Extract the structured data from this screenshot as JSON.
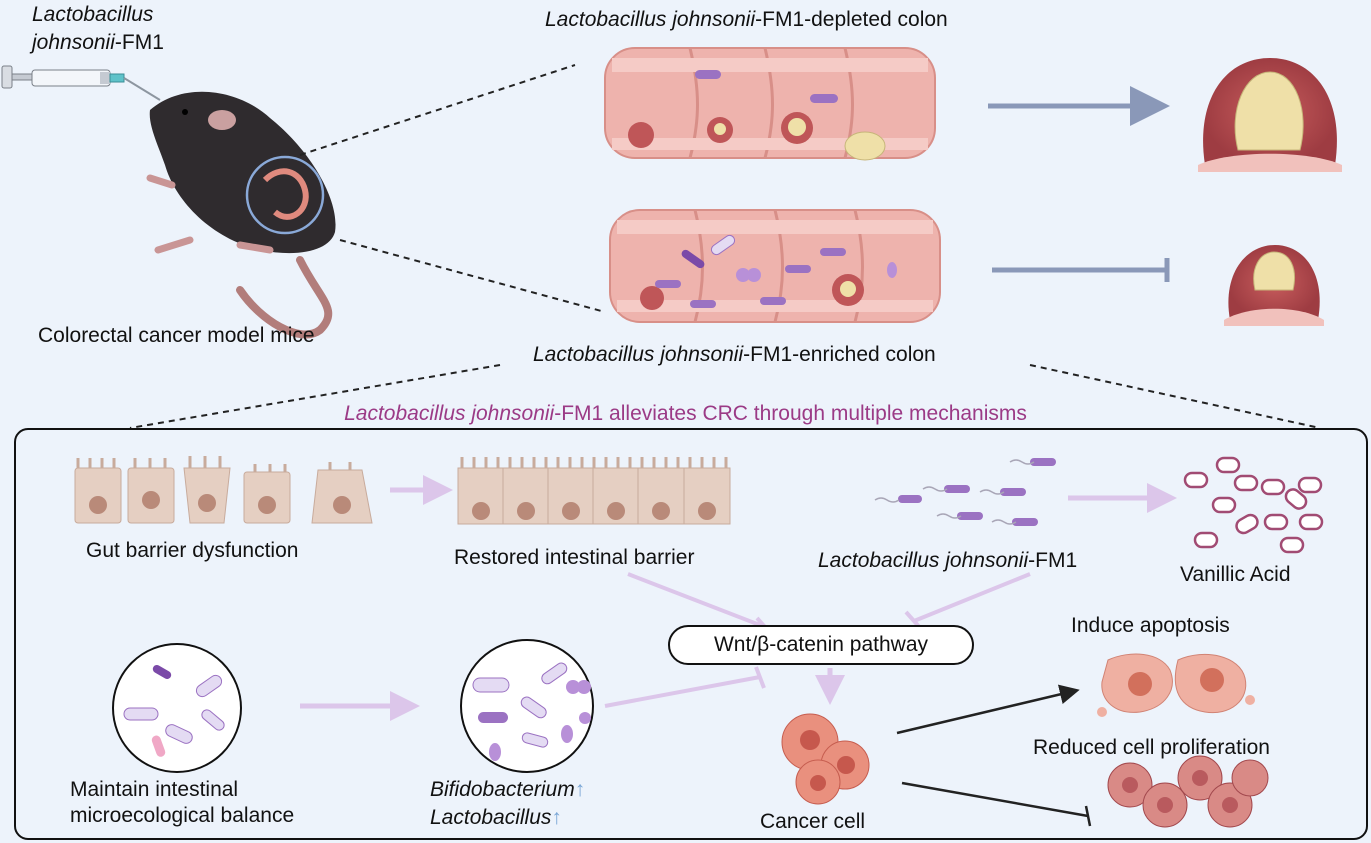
{
  "top": {
    "probiotic_italic": "Lactobacillus",
    "probiotic_line2_italic": "johnsonii",
    "probiotic_line2_suffix": "-FM1",
    "mice_label": "Colorectal cancer model mice",
    "depleted_italic": "Lactobacillus johnsonii",
    "depleted_suffix": "-FM1-depleted colon",
    "enriched_italic": "Lactobacillus johnsonii",
    "enriched_suffix": "-FM1-enriched colon"
  },
  "mechanisms": {
    "title_italic": "Lactobacillus johnsonii",
    "title_suffix": "-FM1 alleviates CRC through multiple mechanisms",
    "gut_dysfunction": "Gut barrier dysfunction",
    "restored_barrier": "Restored intestinal barrier",
    "strain_italic": "Lactobacillus johnsonii",
    "strain_suffix": "-FM1",
    "vanillic_acid": "Vanillic Acid",
    "pathway": "Wnt/β-catenin  pathway",
    "induce_apoptosis": "Induce apoptosis",
    "reduced_proliferation": "Reduced cell proliferation",
    "cancer_cell": "Cancer cell",
    "balance_line1": "Maintain intestinal",
    "balance_line2": "microecological balance",
    "bifido": "Bifidobacterium",
    "lacto": "Lactobacillus",
    "up_arrow": "↑"
  },
  "colors": {
    "title_purple": "#9b3a86",
    "arrow_blue": "#8a98b8",
    "arrow_lilac": "#dcc6ea",
    "tissue_pink": "#e8a0a0",
    "bacteria_purple": "#9b72c2",
    "tumor_yellow": "#efe0a8",
    "cancer_red": "#e07f6e"
  },
  "icons": [
    "syringe-icon",
    "mouse-icon",
    "colon-icon",
    "tumor-icon",
    "epithelial-cell-icon",
    "bacteria-icon",
    "vanillic-acid-icon",
    "microbiota-circle-icon",
    "cancer-cell-icon"
  ]
}
